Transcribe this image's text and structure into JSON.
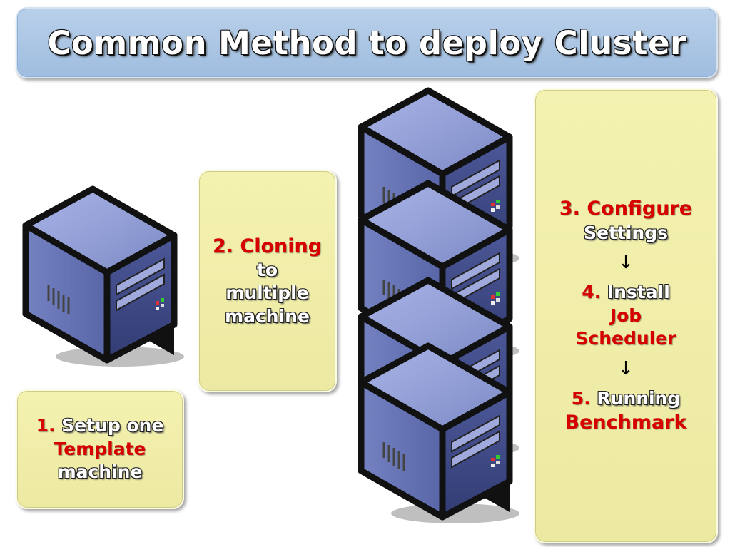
{
  "title": "Common Method to deploy Cluster",
  "step1": {
    "number": "1.",
    "action": "Setup one",
    "emphasis": "Template",
    "object": "machine"
  },
  "step2": {
    "heading": "2. Cloning",
    "line2": "to",
    "line3": "multiple",
    "line4": "machine"
  },
  "step3": {
    "heading": "3. Configure",
    "line2": "Settings"
  },
  "arrow": "↓",
  "step4": {
    "number": "4.",
    "action": "Install",
    "emphasis1": "Job",
    "emphasis2": "Scheduler"
  },
  "step5": {
    "number": "5.",
    "action": "Running",
    "emphasis": "Benchmark"
  },
  "colors": {
    "title_bg": "#a8c4e4",
    "box_bg": "#efecaa",
    "accent_red": "#d60000",
    "server_blue": "#5c6aa8"
  },
  "icons": [
    "server-tower-icon"
  ]
}
